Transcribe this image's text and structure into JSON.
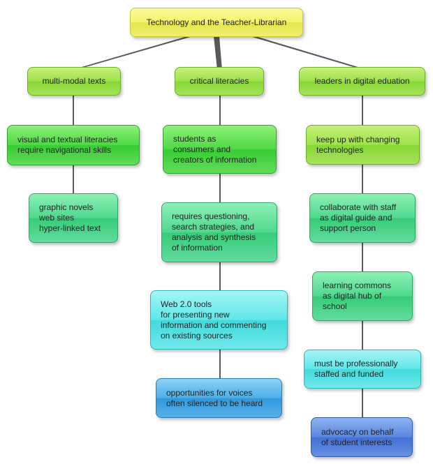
{
  "diagram": {
    "root": "Technology and the Teacher-Librarian",
    "branch1": {
      "title": "multi-modal texts",
      "item1": "visual and textual literacies\nrequire navigational skills",
      "item2": "graphic novels\nweb sites\nhyper-linked text"
    },
    "branch2": {
      "title": "critical literacies",
      "item1": "students as\nconsumers and\ncreators of information",
      "item2": "requires questioning,\nsearch strategies, and\nanalysis and synthesis\nof information",
      "item3": "Web 2.0 tools\nfor presenting new\ninformation and commenting\non existing sources",
      "item4": "opportunities for voices\noften silenced to be heard"
    },
    "branch3": {
      "title": "leaders in digital eduation",
      "item1": "keep up with changing\ntechnologies",
      "item2": "collaborate with staff\nas digital guide and\nsupport person",
      "item3": "learning commons\nas digital hub of\nschool",
      "item4": "must be professionally\nstaffed and funded",
      "item5": "advocacy on behalf\nof student interests"
    }
  },
  "colors": {
    "connector": "#5a5a5a",
    "yellow": "#f4f36a",
    "lime": "#9ee24a",
    "green": "#4fd844",
    "mint": "#4ed88e",
    "teal": "#54dcc6",
    "aqua": "#5ce6e8",
    "sky": "#4aaee8",
    "blue": "#5a86e0"
  }
}
